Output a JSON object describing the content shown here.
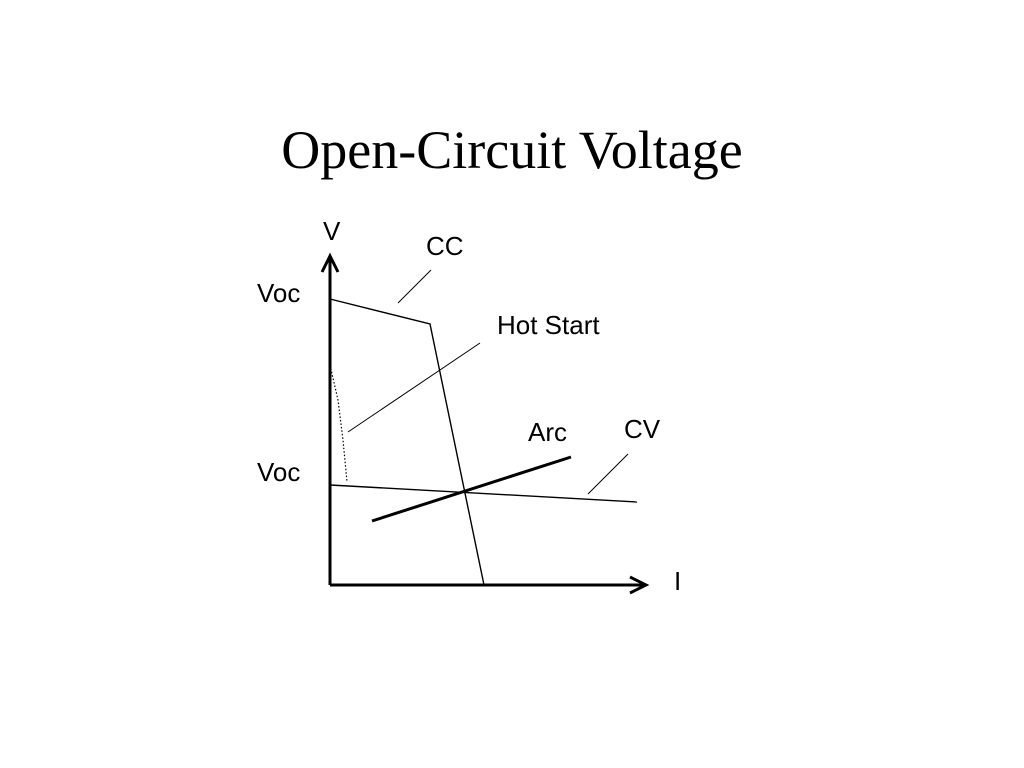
{
  "slide": {
    "title": "Open-Circuit Voltage"
  },
  "diagram": {
    "y_axis_label": "V",
    "x_axis_label": "I",
    "voc_label_top": "Voc",
    "voc_label_bottom": "Voc",
    "curves": {
      "cc": "CC",
      "hot_start": "Hot Start",
      "arc": "Arc",
      "cv": "CV"
    }
  }
}
